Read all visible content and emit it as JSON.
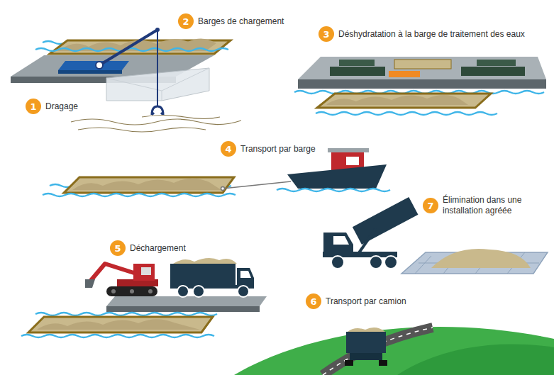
{
  "diagram": {
    "nodes": [
      {
        "text": [
          "1",
          "Dragage"
        ]
      },
      {
        "text": [
          "2",
          "Barges de chargement"
        ]
      },
      {
        "text": [
          "3",
          "Déshydratation à la barge de traitement des eaux"
        ]
      },
      {
        "text": [
          "4",
          "Transport par barge"
        ]
      },
      {
        "text": [
          "5",
          "Déchargement"
        ]
      },
      {
        "text": [
          "6",
          "Transport par camion"
        ]
      },
      {
        "text": [
          "7",
          "Élimination dans une installation agréée"
        ]
      }
    ]
  }
}
